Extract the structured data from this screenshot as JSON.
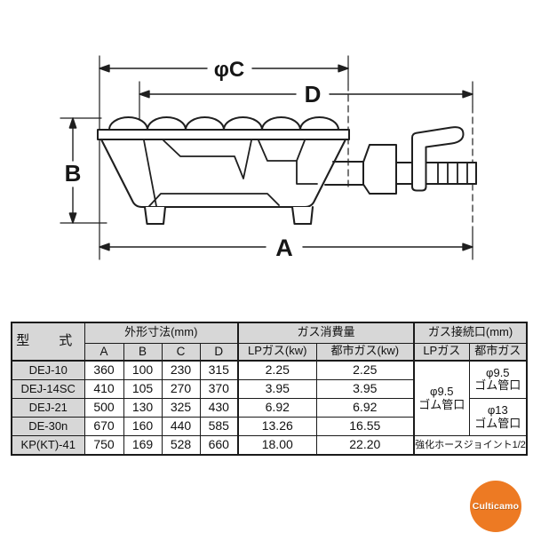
{
  "diagram": {
    "labels": {
      "a": "A",
      "b": "B",
      "c": "φC",
      "d": "D"
    }
  },
  "table": {
    "header": {
      "model": "型　式",
      "dims_group": "外形寸法(mm)",
      "gas_group": "ガス消費量",
      "conn_group": "ガス接続口(mm)",
      "dim_cols": [
        "A",
        "B",
        "C",
        "D"
      ],
      "gas_cols": [
        "LPガス(kw)",
        "都市ガス(kw)"
      ],
      "conn_cols": [
        "LPガス",
        "都市ガス"
      ]
    },
    "rows": [
      {
        "model": "DEJ-10",
        "a": "360",
        "b": "100",
        "c": "230",
        "d": "315",
        "lp_kw": "2.25",
        "city_kw": "2.25"
      },
      {
        "model": "DEJ-14SC",
        "a": "410",
        "b": "105",
        "c": "270",
        "d": "370",
        "lp_kw": "3.95",
        "city_kw": "3.95"
      },
      {
        "model": "DEJ-21",
        "a": "500",
        "b": "130",
        "c": "325",
        "d": "430",
        "lp_kw": "6.92",
        "city_kw": "6.92"
      },
      {
        "model": "DE-30n",
        "a": "670",
        "b": "160",
        "c": "440",
        "d": "585",
        "lp_kw": "13.26",
        "city_kw": "16.55"
      },
      {
        "model": "KP(KT)-41",
        "a": "750",
        "b": "169",
        "c": "528",
        "d": "660",
        "lp_kw": "18.00",
        "city_kw": "22.20"
      }
    ],
    "connections": {
      "lp_all_size": "φ9.5",
      "lp_all_type": "ゴム管口",
      "city_small_size": "φ9.5",
      "city_small_type": "ゴム管口",
      "city_large_size": "φ13",
      "city_large_type": "ゴム管口",
      "kp_joint": "強化ホースジョイント1/2"
    }
  },
  "logo": {
    "text": "Culticamo"
  },
  "colors": {
    "logo_orange": "#ed7a23",
    "table_header_gray": "#d7d7d7",
    "ink": "#1a1a1a"
  }
}
